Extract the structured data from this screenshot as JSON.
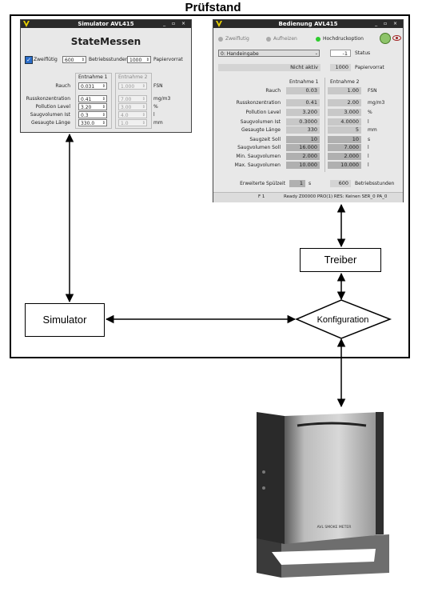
{
  "diagram": {
    "title": "Prüfstand",
    "simulator_box": "Simulator",
    "treiber_box": "Treiber",
    "konfiguration": "Konfiguration",
    "device_brand": "AVL SMOKE METER"
  },
  "sim_window": {
    "title": "Simulator AVL415",
    "heading": "StateMessen",
    "zweifluetig_label": "Zweiflütig",
    "zweifluetig_checked": true,
    "papier_value": "600",
    "betriebsstunden_label": "Betriebsstunden",
    "betriebsstunden_value": "1000",
    "papiervorrat_label": "Papiervorrat",
    "col1": "Entnahme 1",
    "col2": "Entnahme 2",
    "rows": [
      {
        "label": "Rauch",
        "v1": "0.031",
        "v2": "1.000",
        "unit": "FSN"
      },
      {
        "label": "Russkonzentration",
        "v1": "0.41",
        "v2": "7.00",
        "unit": "mg/m3"
      },
      {
        "label": "Pollution Level",
        "v1": "3.20",
        "v2": "3.00",
        "unit": "%"
      },
      {
        "label": "Saugvolumen Ist",
        "v1": "0.3",
        "v2": "4.0",
        "unit": "l"
      },
      {
        "label": "Gesaugte Länge",
        "v1": "330.0",
        "v2": "1.0",
        "unit": "mm"
      }
    ]
  },
  "bed_window": {
    "title": "Bedienung AVL415",
    "ind1": "Zweiflutig",
    "ind2": "Aufheizen",
    "ind3": "Hochdruckoption",
    "mode_select": "0: Handeingabe",
    "status_value": "-1",
    "status_label": "Status",
    "nicht_aktiv": "Nicht aktiv",
    "papier_value": "1000",
    "papier_label": "Papiervorrat",
    "col1": "Entnahme 1",
    "col2": "Entnahme 2",
    "rows": [
      {
        "label": "Rauch",
        "v1": "0.03",
        "v2": "1.00",
        "unit": "FSN"
      },
      {
        "label": "Russkonzentration",
        "v1": "0.41",
        "v2": "2.00",
        "unit": "mg/m3"
      },
      {
        "label": "Pollution Level",
        "v1": "3.200",
        "v2": "3.000",
        "unit": "%"
      },
      {
        "label": "Saugvolumen Ist",
        "v1": "0.3000",
        "v2": "4.0000",
        "unit": "l"
      },
      {
        "label": "Gesaugte Länge",
        "v1": "330",
        "v2": "5",
        "unit": "mm"
      },
      {
        "label": "Saugzeit Soll",
        "v1": "10",
        "v2": "10",
        "unit": "s"
      },
      {
        "label": "Saugvolumen Soll",
        "v1": "16.000",
        "v2": "7.000",
        "unit": "l"
      },
      {
        "label": "Min. Saugvolumen",
        "v1": "2.000",
        "v2": "2.000",
        "unit": "l"
      },
      {
        "label": "Max. Saugvolumen",
        "v1": "10.000",
        "v2": "10.000",
        "unit": "l"
      }
    ],
    "spuelzeit_label": "Erweiterte Spülzeit",
    "spuelzeit_value": "1",
    "spuelzeit_unit": "s",
    "betrieb_value": "600",
    "betrieb_label": "Betriebsstunden",
    "status_left": "F 1",
    "status_right": "Ready Z00000 PRO(1) RES: Keinen SER_0 PA_0"
  }
}
